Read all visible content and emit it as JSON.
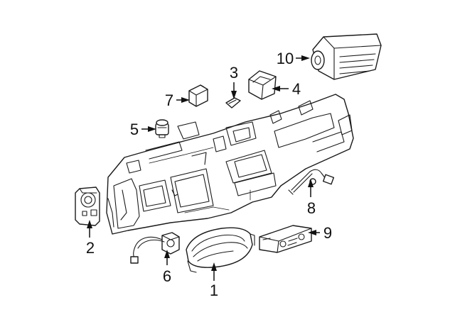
{
  "callouts": {
    "c1": "1",
    "c2": "2",
    "c3": "3",
    "c4": "4",
    "c5": "5",
    "c6": "6",
    "c7": "7",
    "c8": "8",
    "c9": "9",
    "c10": "10"
  },
  "colors": {
    "ink": "#1a1a1a",
    "background": "#ffffff"
  }
}
